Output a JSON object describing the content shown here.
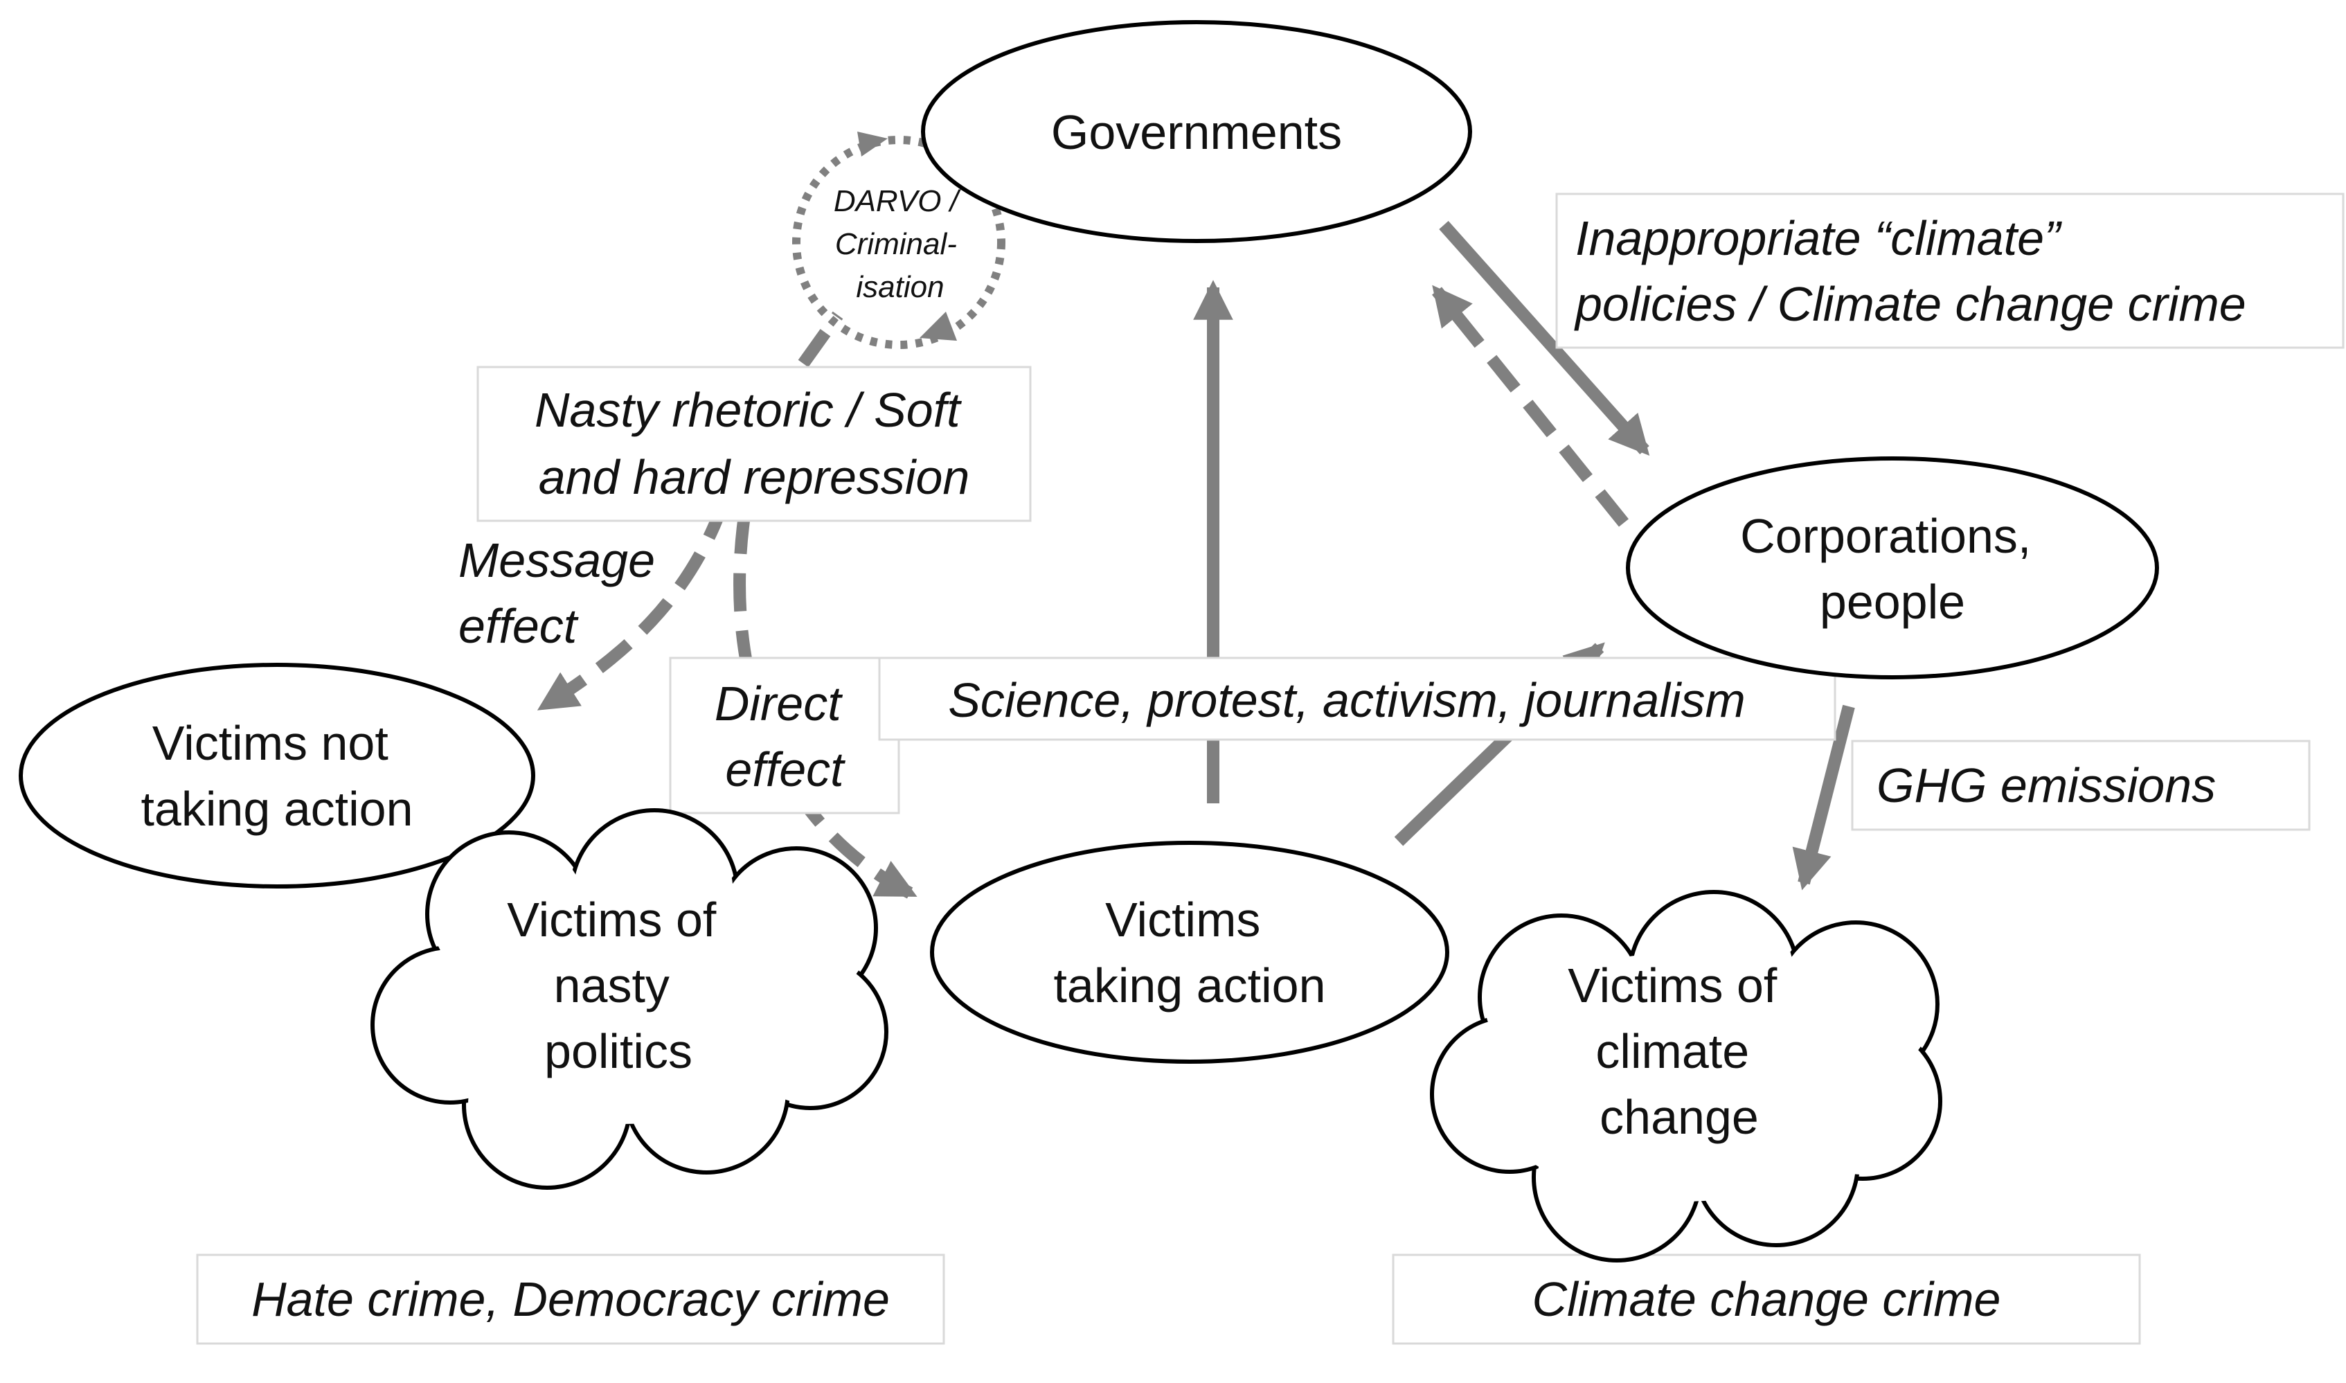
{
  "colors": {
    "arrow": "#808080",
    "outline": "#000000",
    "label_border": "#d9d9d9",
    "text": "#111111"
  },
  "nodes": {
    "governments": "Governments",
    "corporations": [
      "Corporations,",
      "people"
    ],
    "victims_not_taking_action": [
      "Victims not",
      "taking action"
    ],
    "victims_taking_action": [
      "Victims",
      "taking action"
    ],
    "victims_nasty_politics": [
      "Victims of",
      "nasty",
      "politics"
    ],
    "victims_climate_change": [
      "Victims of",
      "climate",
      "change"
    ]
  },
  "labels": {
    "darvo": [
      "DARVO /",
      "Criminal-",
      "isation"
    ],
    "nasty_rhetoric": [
      "Nasty rhetoric / Soft",
      "and hard repression"
    ],
    "message_effect": [
      "Message",
      "effect"
    ],
    "direct_effect": [
      "Direct",
      "effect"
    ],
    "science_protest": "Science, protest, activism, journalism",
    "inappropriate_policies": [
      "Inappropriate “climate”",
      "policies / Climate change crime"
    ],
    "ghg_emissions": "GHG emissions",
    "hate_crime": "Hate crime, Democracy crime",
    "climate_change_crime": "Climate change crime"
  }
}
